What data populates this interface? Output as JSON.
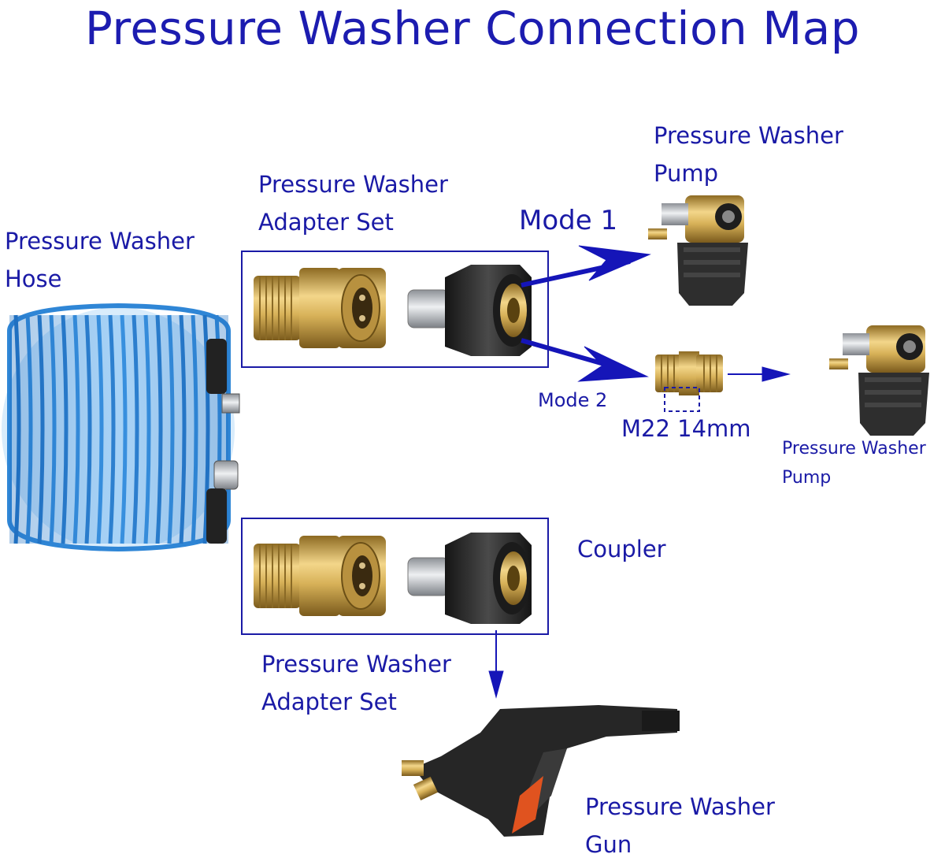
{
  "title": "Pressure Washer Connection Map",
  "labels": {
    "hose_line1": "Pressure Washer",
    "hose_line2": "Hose",
    "adapter_top_line1": "Pressure Washer",
    "adapter_top_line2": "Adapter Set",
    "mode1": "Mode 1",
    "pump1_line1": "Pressure Washer",
    "pump1_line2": "Pump",
    "mode2": "Mode 2",
    "thread_spec": "M22 14mm",
    "pump2_line1": "Pressure Washer",
    "pump2_line2": "Pump",
    "coupler": "Coupler",
    "adapter_bottom_line1": "Pressure Washer",
    "adapter_bottom_line2": "Adapter Set",
    "gun_line1": "Pressure Washer",
    "gun_line2": "Gun"
  },
  "colors": {
    "label": "#1a1aa6",
    "arrow": "#1515b8",
    "hose": "#2f86d6",
    "brass": "#c9a24a",
    "black_part": "#2b2b2b",
    "trigger": "#e0531f"
  },
  "icons": [
    "hose-coil-icon",
    "brass-quick-connector-icon",
    "twist-connector-icon",
    "pump-icon",
    "brass-nipple-icon",
    "spray-gun-icon"
  ]
}
